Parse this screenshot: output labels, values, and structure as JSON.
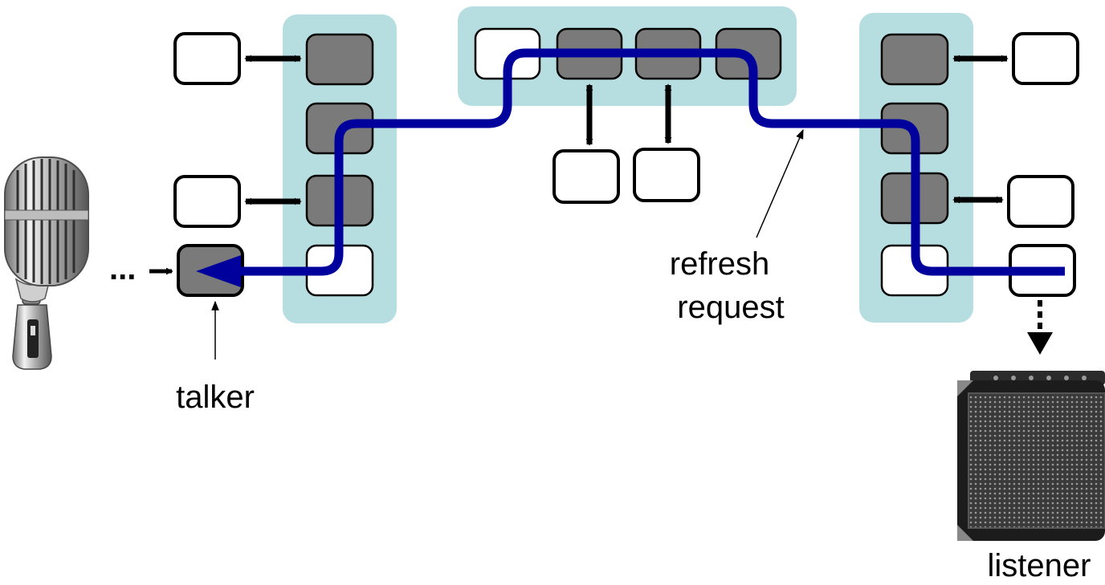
{
  "labels": {
    "talker": "talker",
    "refresh_line1": "refresh",
    "refresh_line2": "request",
    "listener": "listener",
    "ellipsis": "..."
  },
  "colors": {
    "bridge_fill": "#b6dde0",
    "port_active": "#7a7a7a",
    "port_idle": "#ffffff",
    "path": "#00009c",
    "outline": "#000000"
  },
  "icons": {
    "source": "microphone-icon",
    "sink": "speaker-amplifier-icon"
  }
}
